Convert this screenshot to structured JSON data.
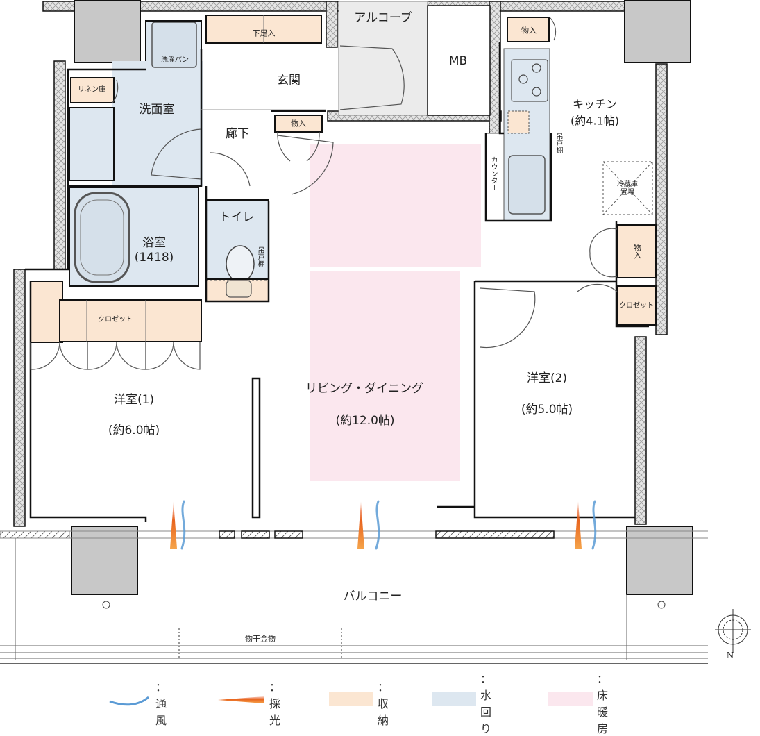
{
  "colors": {
    "storage": "#fbe6d2",
    "water": "#dde7f0",
    "floor_heating": "#fbe7ee",
    "pillar": "#c8c8c8",
    "wall": "#111111",
    "wind": "#5b9bd5",
    "light": "#e8641e"
  },
  "rooms": {
    "alcove": "アルコーブ",
    "mb": "MB",
    "entrance": "玄関",
    "shoe_storage": "下足入",
    "washroom": "洗面室",
    "washing_pan": "洗濯パン",
    "linen": "リネン庫",
    "corridor": "廊下",
    "corridor_storage": "物入",
    "toilet": "トイレ",
    "toilet_shelf": "吊戸棚",
    "bathroom": "浴室",
    "bathroom_size": "(1418)",
    "kitchen": "キッチン",
    "kitchen_size": "(約4.1帖)",
    "kitchen_storage": "物入",
    "kitchen_shelf": "吊戸棚",
    "counter": "カウンター",
    "fridge": "冷蔵庫置場",
    "side_storage": "物入",
    "closet_right": "クロゼット",
    "closet_left": "クロゼット",
    "living": "リビング・ダイニング",
    "living_size": "(約12.0帖)",
    "western1": "洋室(1)",
    "western1_size": "(約6.0帖)",
    "western2": "洋室(2)",
    "western2_size": "(約5.0帖)",
    "balcony": "バルコニー",
    "drying_hardware": "物干金物"
  },
  "compass": {
    "north_label": "N"
  },
  "legend": [
    {
      "key": "wind",
      "label": "：通風"
    },
    {
      "key": "light",
      "label": "：採光"
    },
    {
      "key": "storage",
      "label": "：収納"
    },
    {
      "key": "water",
      "label": "：水回り"
    },
    {
      "key": "floor_heating",
      "label": "：床暖房"
    }
  ]
}
